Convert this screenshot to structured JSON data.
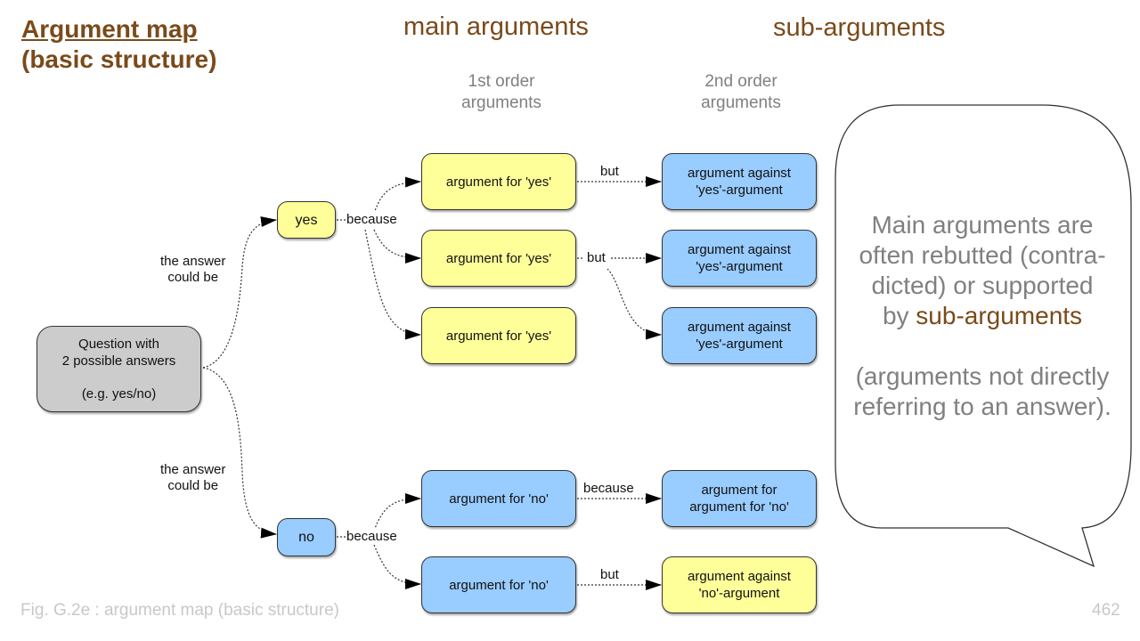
{
  "title": {
    "line1": "Argument map",
    "line2": "(basic structure)"
  },
  "headers": {
    "main": "main arguments",
    "sub": "sub-arguments"
  },
  "subheaders": {
    "first": {
      "line1": "1st order",
      "line2": "arguments"
    },
    "second": {
      "line1": "2nd order",
      "line2": "arguments"
    }
  },
  "question": {
    "line1": "Question with",
    "line2": "2 possible answers",
    "line3": "(e.g. yes/no)"
  },
  "answers": {
    "yes": "yes",
    "no": "no"
  },
  "edge_labels": {
    "answer_top": {
      "line1": "the answer",
      "line2": "could be"
    },
    "answer_bottom": {
      "line1": "the answer",
      "line2": "could be"
    },
    "because_yes": "because",
    "because_no": "because",
    "but_1": "but",
    "but_2": "but",
    "because_sub": "because",
    "but_no": "but"
  },
  "first_order": {
    "yes": [
      "argument for 'yes'",
      "argument for 'yes'",
      "argument for 'yes'"
    ],
    "no": [
      "argument for 'no'",
      "argument for 'no'"
    ]
  },
  "second_order": {
    "yes": [
      {
        "line1": "argument against",
        "line2": "'yes'-argument"
      },
      {
        "line1": "argument against",
        "line2": "'yes'-argument"
      },
      {
        "line1": "argument against",
        "line2": "'yes'-argument"
      }
    ],
    "no": [
      {
        "line1": "argument for",
        "line2": "argument for 'no'"
      },
      {
        "line1": "argument against",
        "line2": "'no'-argument"
      }
    ]
  },
  "callout": {
    "line1": "Main arguments are",
    "line2": "often rebutted (contra-",
    "line3": "dicted) or supported",
    "line4_prefix": "by ",
    "line4_highlight": "sub-arguments",
    "line5": "(arguments not directly",
    "line6": "referring to an answer)."
  },
  "footer": {
    "caption": "Fig. G.2e : argument map (basic structure)",
    "page": "462"
  },
  "colors": {
    "accent_brown": "#7a4a1a",
    "yes_fill": "#ffff99",
    "no_fill": "#99ccff",
    "question_fill": "#cccccc",
    "muted_text": "#808080"
  }
}
